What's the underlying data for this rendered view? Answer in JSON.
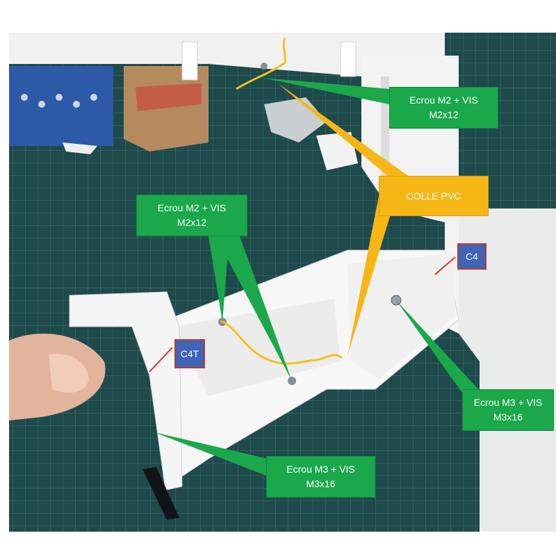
{
  "callouts": {
    "top_right": {
      "line1": "Ecrou M2 + VIS",
      "line2": "M2x12"
    },
    "middle_left": {
      "line1": "Ecrou M2 + VIS",
      "line2": "M2x12"
    },
    "colle": {
      "line1": "COLLE PVC"
    },
    "right": {
      "line1": "Ecrou M3 + VIS",
      "line2": "M3x16"
    },
    "bottom": {
      "line1": "Ecrou M3 + VIS",
      "line2": "M3x16"
    }
  },
  "tags": {
    "c4": "C4",
    "c4t": "C4T"
  },
  "colors": {
    "callout_green": "#1aa84a",
    "callout_yellow": "#f6b716",
    "tag_blue": "#3f64b8",
    "tag_border": "#c0392b",
    "mat_teal": "#1f4a4c"
  }
}
